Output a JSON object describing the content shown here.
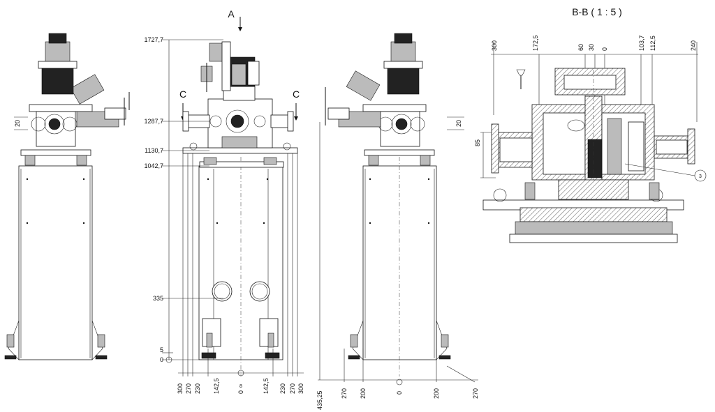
{
  "view_labels": {
    "arrow_a": "A",
    "section_left": "C",
    "section_right": "C",
    "section_title": "B-B ( 1 : 5 )"
  },
  "heights": [
    "1727,7",
    "1287,7",
    "1130,7",
    "1042,7",
    "335",
    "5",
    "0"
  ],
  "bottom_dims_front": [
    "300",
    "270",
    "230",
    "142,5",
    "0",
    "142,5",
    "230",
    "270",
    "300"
  ],
  "bottom_dims_back": [
    "435,25",
    "270",
    "200",
    "0",
    "200",
    "270"
  ],
  "small_dims": {
    "left_d20": "20",
    "right_d20": "20",
    "center_mark": "8"
  },
  "section_dims": {
    "top": [
      "300",
      "172,5",
      "60",
      "30",
      "0",
      "103,7",
      "112,5",
      "240"
    ],
    "side_85": "85",
    "balloon": "3"
  }
}
